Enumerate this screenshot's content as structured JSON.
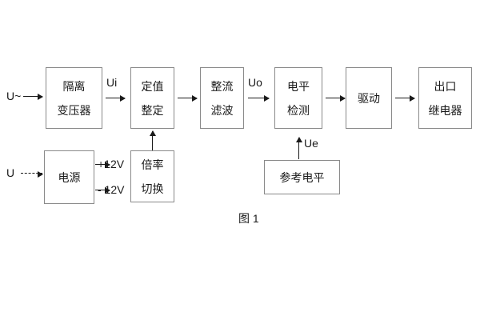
{
  "figure": {
    "caption": "图 1",
    "blocks": [
      {
        "id": "isolation-transformer",
        "lines": [
          "隔离",
          "变压器"
        ]
      },
      {
        "id": "setting-value",
        "lines": [
          "定值",
          "整定"
        ]
      },
      {
        "id": "rectifier-filter",
        "lines": [
          "整流",
          "滤波"
        ]
      },
      {
        "id": "level-detection",
        "lines": [
          "电平",
          "检测"
        ]
      },
      {
        "id": "drive",
        "lines": [
          "驱动"
        ]
      },
      {
        "id": "output-relay",
        "lines": [
          "出口",
          "继电器"
        ]
      },
      {
        "id": "power-supply",
        "lines": [
          "电源"
        ]
      },
      {
        "id": "multiplier-switch",
        "lines": [
          "倍率",
          "切换"
        ]
      },
      {
        "id": "reference-level",
        "lines": [
          "参考电平"
        ]
      }
    ],
    "signals": {
      "input_ac": "U~",
      "input_power": "U",
      "ui": "Ui",
      "uo": "Uo",
      "ue": "Ue",
      "plus12v": "+12V",
      "minus12v": "- 12V"
    }
  }
}
